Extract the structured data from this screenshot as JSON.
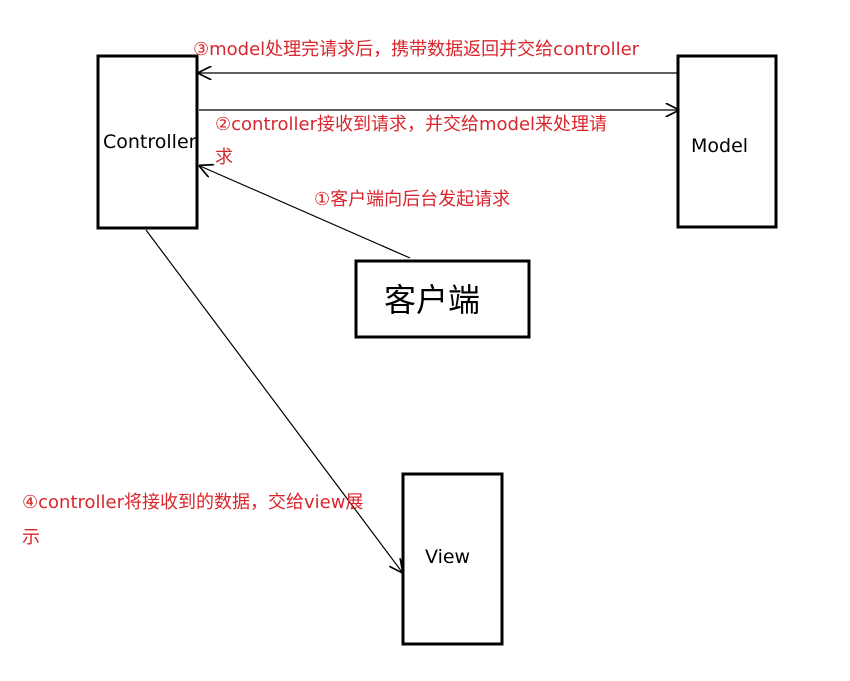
{
  "colors": {
    "line": "#000000",
    "annotation": "#d9262c"
  },
  "boxes": {
    "controller": "Controller",
    "model": "Model",
    "client": "客户端",
    "view": "View"
  },
  "annotations": {
    "step1": "①客户端向后台发起请求",
    "step2_line1": "②controller接收到请求，并交给model来处理请",
    "step2_line2": "求",
    "step3": "③model处理完请求后，携带数据返回并交给controller",
    "step4_line1": "④controller将接收到的数据，交给view展",
    "step4_line2": "示"
  }
}
